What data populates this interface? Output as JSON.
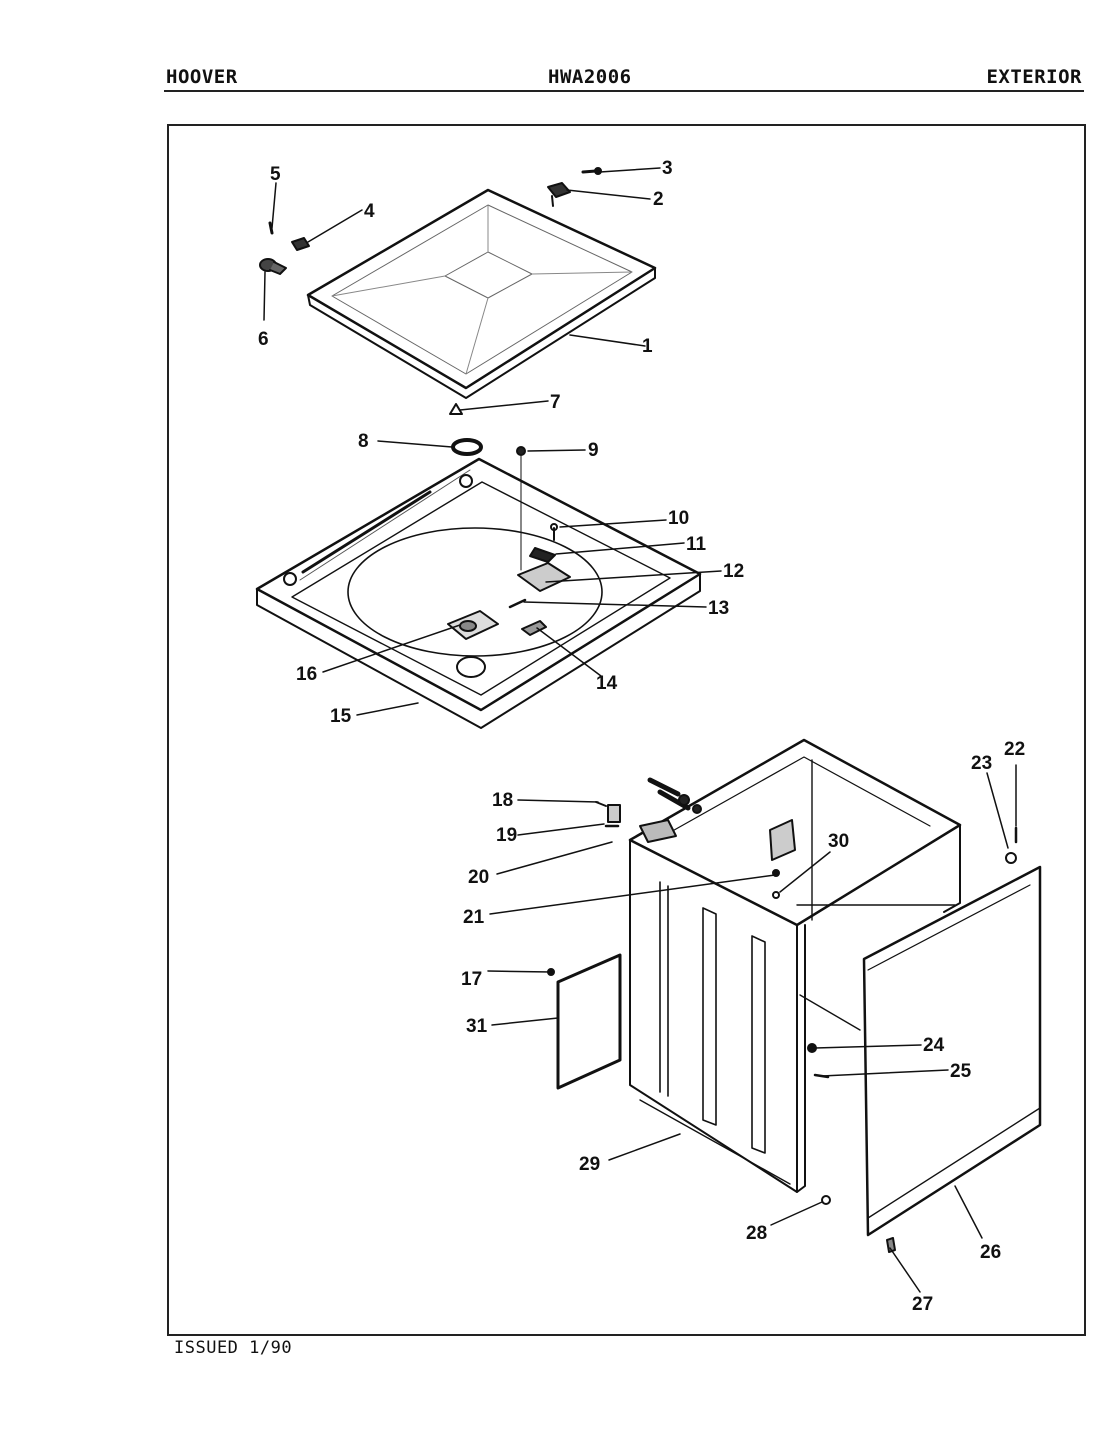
{
  "header": {
    "brand": "HOOVER",
    "model": "HWA2006",
    "section": "EXTERIOR"
  },
  "footer": {
    "issued": "ISSUED 1/90"
  },
  "callouts": [
    "1",
    "2",
    "3",
    "4",
    "5",
    "6",
    "7",
    "8",
    "9",
    "10",
    "11",
    "12",
    "13",
    "14",
    "15",
    "16",
    "17",
    "18",
    "19",
    "20",
    "21",
    "22",
    "23",
    "24",
    "25",
    "26",
    "27",
    "28",
    "29",
    "30",
    "31"
  ]
}
